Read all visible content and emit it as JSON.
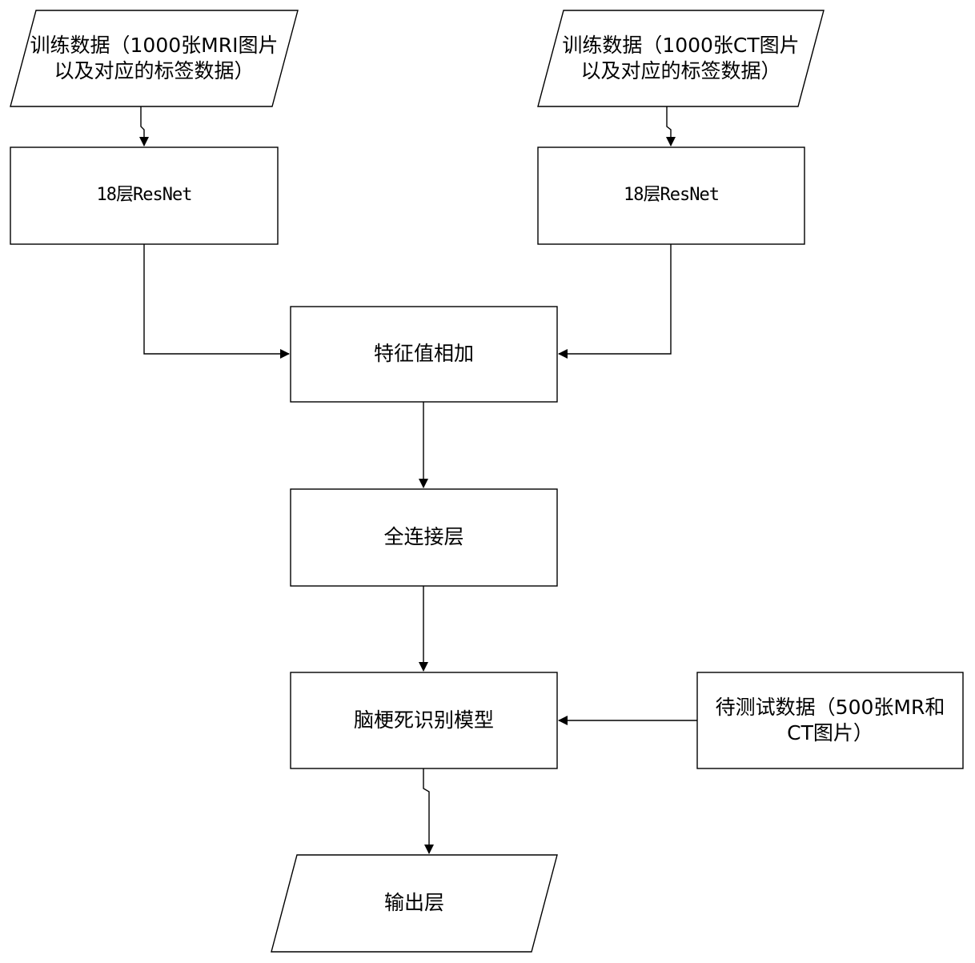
{
  "nodes": {
    "mri_input": {
      "text": "训练数据（1000张MRI图片\n以及对应的标签数据）",
      "shape": "parallelogram"
    },
    "ct_input": {
      "text": "训练数据（1000张CT图片\n以及对应的标签数据）",
      "shape": "parallelogram"
    },
    "resnet_left": {
      "text": "18层ResNet",
      "shape": "rectangle"
    },
    "resnet_right": {
      "text": "18层ResNet",
      "shape": "rectangle"
    },
    "feature_sum": {
      "text": "特征值相加",
      "shape": "rectangle"
    },
    "fully_connected": {
      "text": "全连接层",
      "shape": "rectangle"
    },
    "infarct_model": {
      "text": "脑梗死识别模型",
      "shape": "rectangle"
    },
    "test_data": {
      "text": "待测试数据（500张MR和\nCT图片）",
      "shape": "rectangle"
    },
    "output_layer": {
      "text": "输出层",
      "shape": "parallelogram"
    }
  },
  "edges": [
    {
      "from": "mri_input",
      "to": "resnet_left"
    },
    {
      "from": "ct_input",
      "to": "resnet_right"
    },
    {
      "from": "resnet_left",
      "to": "feature_sum"
    },
    {
      "from": "resnet_right",
      "to": "feature_sum"
    },
    {
      "from": "feature_sum",
      "to": "fully_connected"
    },
    {
      "from": "fully_connected",
      "to": "infarct_model"
    },
    {
      "from": "test_data",
      "to": "infarct_model"
    },
    {
      "from": "infarct_model",
      "to": "output_layer"
    }
  ],
  "colors": {
    "stroke": "#000000",
    "fill": "#ffffff",
    "text": "#000000"
  }
}
